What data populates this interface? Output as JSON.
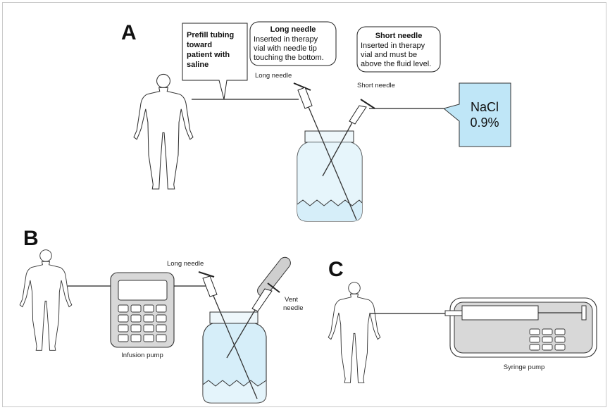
{
  "panels": {
    "a": "A",
    "b": "B",
    "c": "C"
  },
  "panel_a": {
    "callout_prefill": [
      "Prefill tubing",
      "toward",
      "patient with",
      "saline"
    ],
    "callout_long_title": "Long needle",
    "callout_long_body": [
      "Inserted in therapy",
      "vial with needle tip",
      "touching the bottom."
    ],
    "callout_short_title": "Short needle",
    "callout_short_body": [
      "Inserted in therapy",
      "vial and must be",
      "above the fluid level."
    ],
    "label_long_needle": "Long needle",
    "label_short_needle": "Short needle",
    "bag_line1": "NaCl",
    "bag_line2": "0.9%",
    "bag_color": "#bfe6f7"
  },
  "panel_b": {
    "label_long_needle": "Long needle",
    "label_vent_needle_1": "Vent",
    "label_vent_needle_2": "needle",
    "label_infusion_pump": "Infusion pump"
  },
  "panel_c": {
    "label_syringe_pump": "Syringe pump"
  },
  "colors": {
    "fluid": "#d6eef9",
    "vial_cap": "#e8f4fa",
    "pump": "#d8d8d8"
  }
}
